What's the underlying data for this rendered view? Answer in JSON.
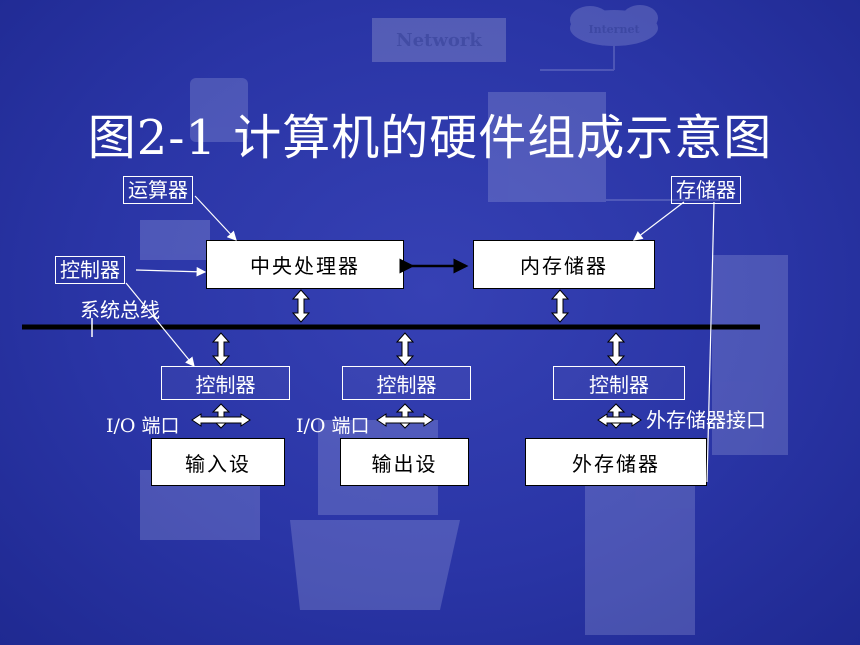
{
  "background": {
    "network_label": "Network",
    "internet_label": "Internet"
  },
  "title": "图2-1  计算机的硬件组成示意图",
  "labels": {
    "alu": "运算器",
    "storage": "存储器",
    "controller": "控制器",
    "system_bus": "系统总线",
    "io_port": "I/O 端口",
    "external_storage_port": "外存储器接口"
  },
  "boxes": {
    "cpu": "中央处理器",
    "memory": "内存储器",
    "controller": "控制器",
    "input_device": "输入设",
    "output_device": "输出设",
    "external_storage": "外存储器"
  },
  "colors": {
    "background": "#2b35a6",
    "text": "#ffffff",
    "box_fill": "#ffffff",
    "bus": "#000000"
  }
}
